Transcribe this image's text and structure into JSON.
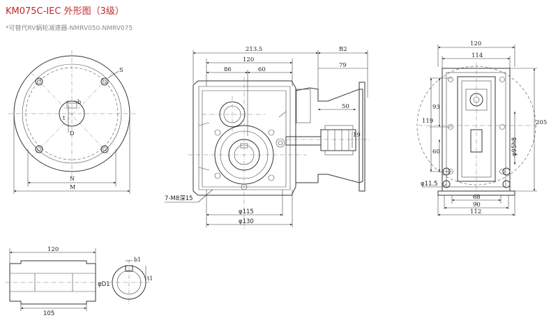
{
  "title": "KM075C-IEC 外形图（3级）",
  "subtitle": "*可替代RV蜗轮减速器-NMRV050-NMRV075",
  "views": {
    "flange": {
      "S": "S",
      "b": "b",
      "t": "t",
      "D": "D",
      "N": "N",
      "M": "M"
    },
    "front": {
      "d213": "213.5",
      "d120": "120",
      "d86": "86",
      "d60": "60",
      "dB2": "B2",
      "d79": "79",
      "d50": "50",
      "d19": "19",
      "holes": "7-M8深15",
      "d115": "φ115",
      "d130": "φ130"
    },
    "side": {
      "d120": "120",
      "d114": "114",
      "d93": "93",
      "d119": "119",
      "d205": "205",
      "d60": "60",
      "d95h8": "φ95h8",
      "d11_5": "φ11.5",
      "d68": "68",
      "d90": "90",
      "d112": "112"
    },
    "shaft": {
      "d120": "120",
      "d105": "105",
      "dD1": "φD1",
      "b1": "b1",
      "t1": "t1"
    }
  }
}
